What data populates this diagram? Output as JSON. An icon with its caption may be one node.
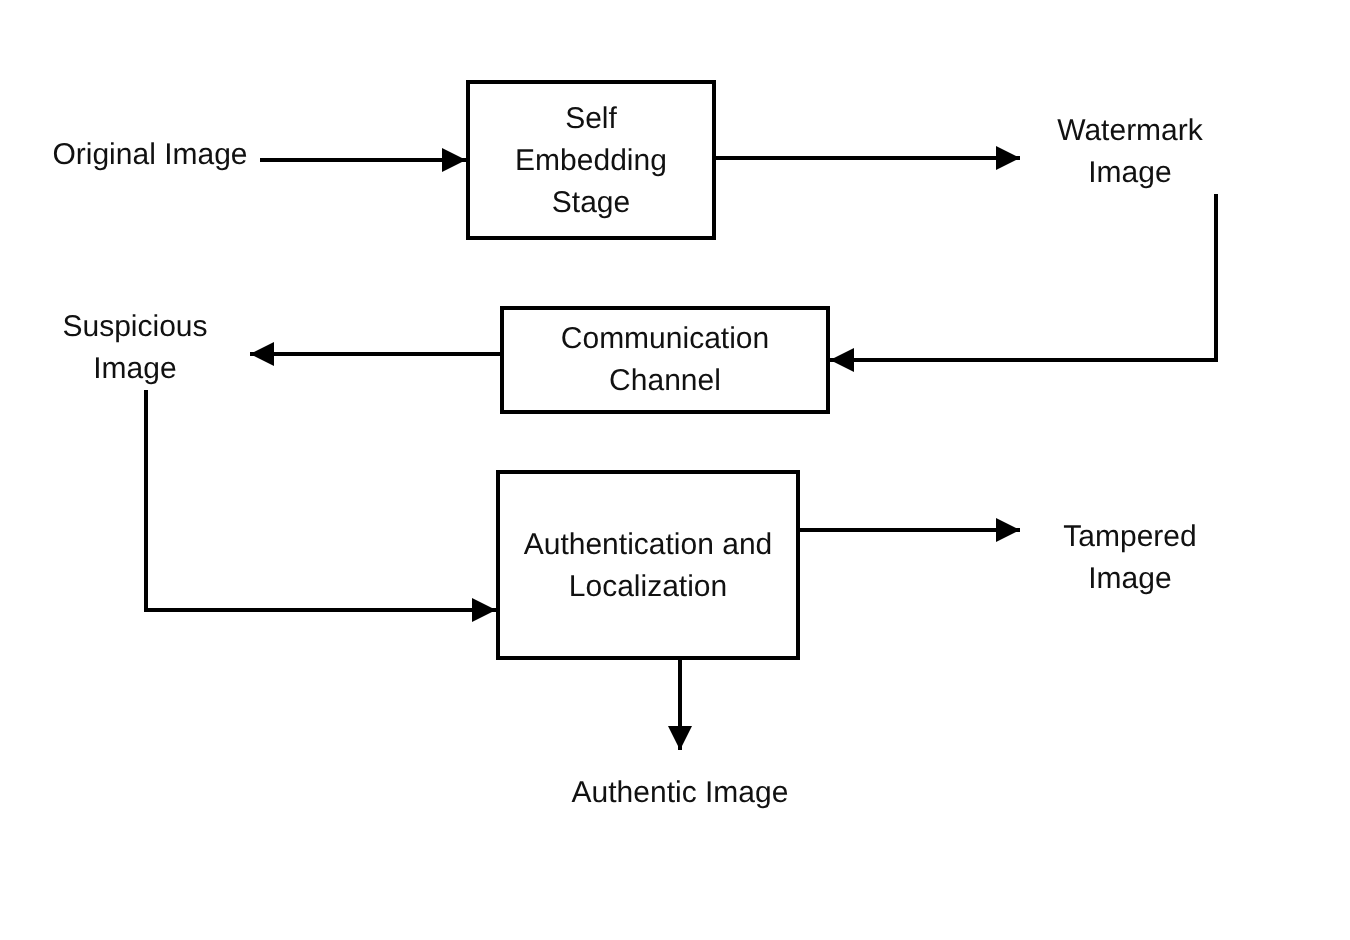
{
  "diagram": {
    "nodes": [
      {
        "text": [
          "Original Image"
        ]
      },
      {
        "text": [
          "Self Embedding Stage"
        ]
      },
      {
        "text": [
          "Watermark Image"
        ]
      },
      {
        "text": [
          "Communication Channel"
        ]
      },
      {
        "text": [
          "Suspicious Image"
        ]
      },
      {
        "text": [
          "Authentication and Localization"
        ]
      },
      {
        "text": [
          "Tampered Image"
        ]
      },
      {
        "text": [
          "Authentic Image"
        ]
      }
    ],
    "edges": [
      {
        "from": 0,
        "to": 1,
        "arrow": "to"
      },
      {
        "from": 1,
        "to": 2,
        "arrow": "to"
      },
      {
        "from": 2,
        "to": 3,
        "arrow": "to"
      },
      {
        "from": 3,
        "to": 4,
        "arrow": "to"
      },
      {
        "from": 4,
        "to": 5,
        "arrow": "to"
      },
      {
        "from": 5,
        "to": 6,
        "arrow": "to"
      },
      {
        "from": 5,
        "to": 7,
        "arrow": "to"
      }
    ]
  }
}
